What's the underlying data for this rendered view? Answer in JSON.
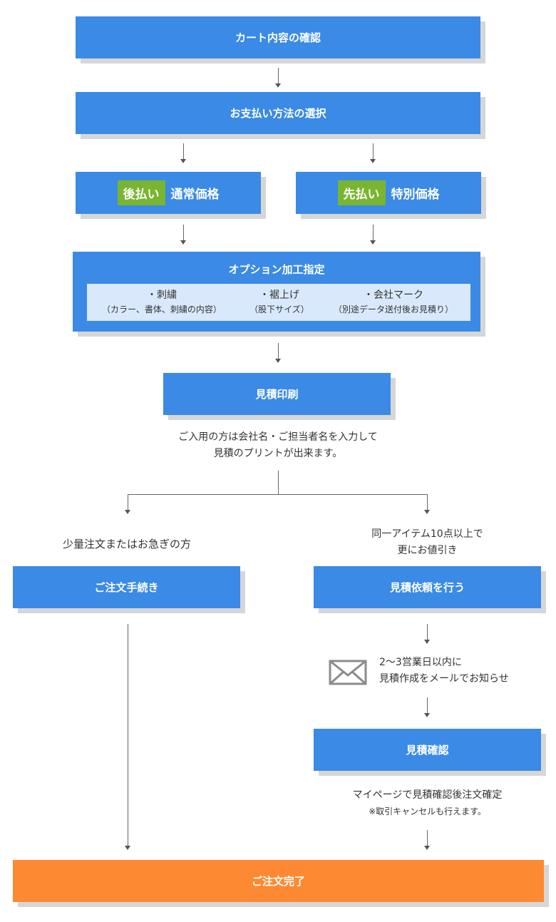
{
  "steps": {
    "cart_confirm": "カート内容の確認",
    "payment_select": "お支払い方法の選択",
    "postpay_tag": "後払い",
    "postpay_label": "通常価格",
    "prepay_tag": "先払い",
    "prepay_label": "特別価格",
    "option_title": "オプション加工指定",
    "options": [
      {
        "name": "・刺繍",
        "detail": "（カラー、書体、刺繍の内容）"
      },
      {
        "name": "・裾上げ",
        "detail": "（股下サイズ）"
      },
      {
        "name": "・会社マーク",
        "detail": "（別途データ送付後お見積り）"
      }
    ],
    "estimate_print": "見積印刷",
    "estimate_note": [
      "ご入用の方は会社名・ご担当者名を入力して",
      "見積のプリントが出来ます。"
    ],
    "left_condition": "少量注文またはお急ぎの方",
    "right_condition": [
      "同一アイテム10点以上で",
      "更にお値引き"
    ],
    "order_procedure": "ご注文手続き",
    "request_estimate": "見積依頼を行う",
    "mail_note": [
      "2～3営業日以内に",
      "見積作成をメールでお知らせ"
    ],
    "estimate_confirm": "見積確認",
    "confirm_note": [
      "マイページで見積確認後注文確定",
      "※取引キャンセルも行えます。"
    ],
    "order_complete": "ご注文完了"
  },
  "colors": {
    "box_blue": "#3a8ae6",
    "tag_green": "#79b531",
    "complete_orange": "#fd8a32",
    "option_bg": "#d9e9fb"
  },
  "icons": [
    "mail-icon"
  ]
}
